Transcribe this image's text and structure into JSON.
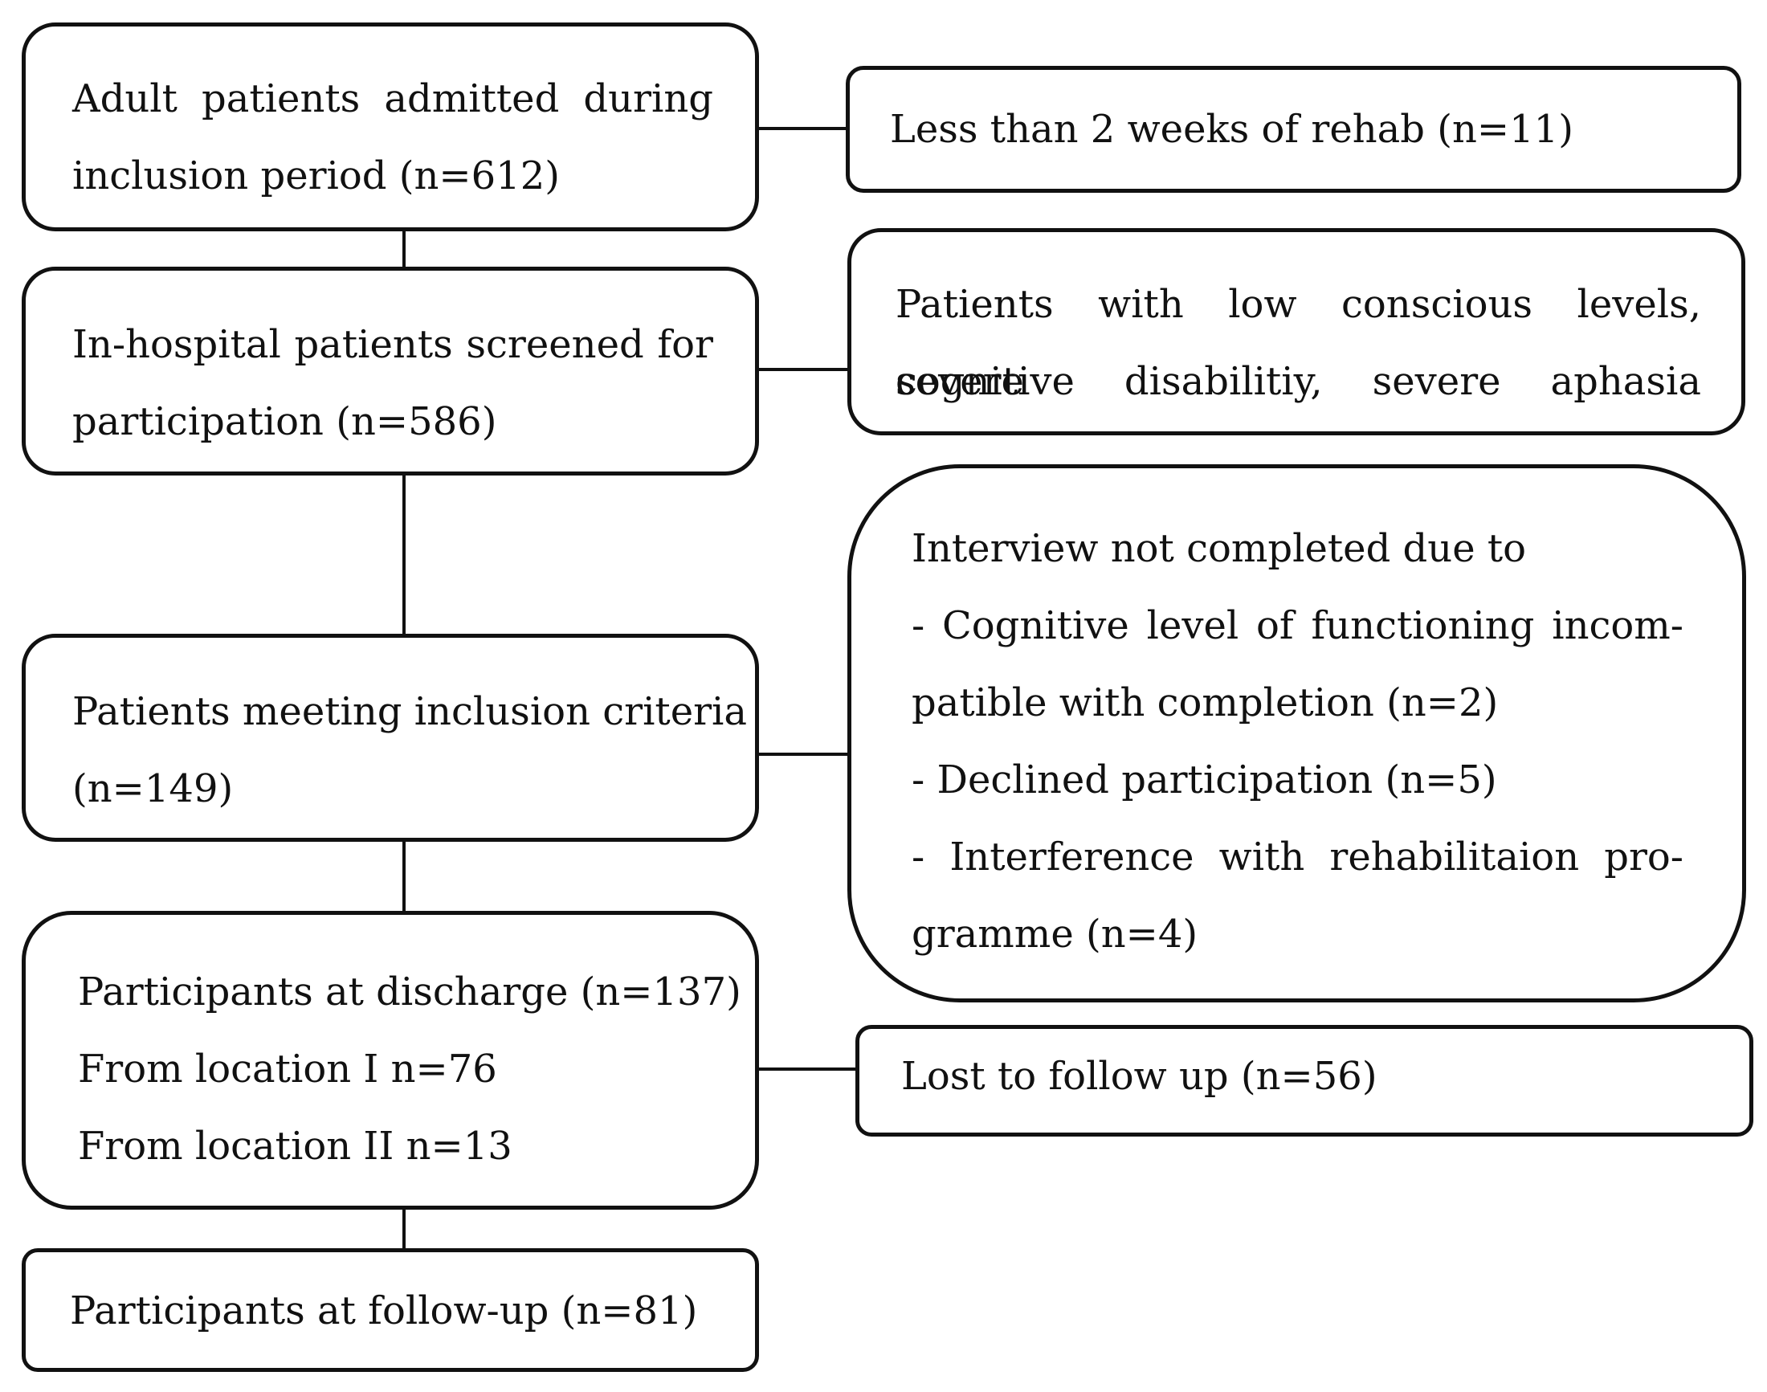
{
  "flow": {
    "admitted": {
      "line1": "Adult patients admitted during",
      "line2": "inclusion period (n=612)"
    },
    "screened": {
      "line1": "In-hospital patients screened for",
      "line2": "participation (n=586)"
    },
    "meeting": {
      "line1": "Patients meeting inclusion criteria",
      "line2": "(n=149)"
    },
    "discharge": {
      "line1": "Participants at discharge (n=137)",
      "line2": "From location I n=76",
      "line3": "From location II n=13"
    },
    "followup": {
      "line1": "Participants at follow-up (n=81)"
    }
  },
  "exclusions": {
    "rehab": {
      "line1": "Less than 2 weeks of rehab (n=11)"
    },
    "conscious": {
      "line1": "Patients with low conscious levels, severe",
      "line2": "cognitive disabilitiy, severe aphasia"
    },
    "interview": {
      "line1": "Interview not completed due to",
      "line2": "- Cognitive level of functioning incom-",
      "line3": "patible with completion (n=2)",
      "line4": "- Declined participation (n=5)",
      "line5": "- Interference with rehabilitaion pro-",
      "line6": "gramme (n=4)"
    },
    "lost": {
      "line1": "Lost to follow up (n=56)"
    }
  }
}
